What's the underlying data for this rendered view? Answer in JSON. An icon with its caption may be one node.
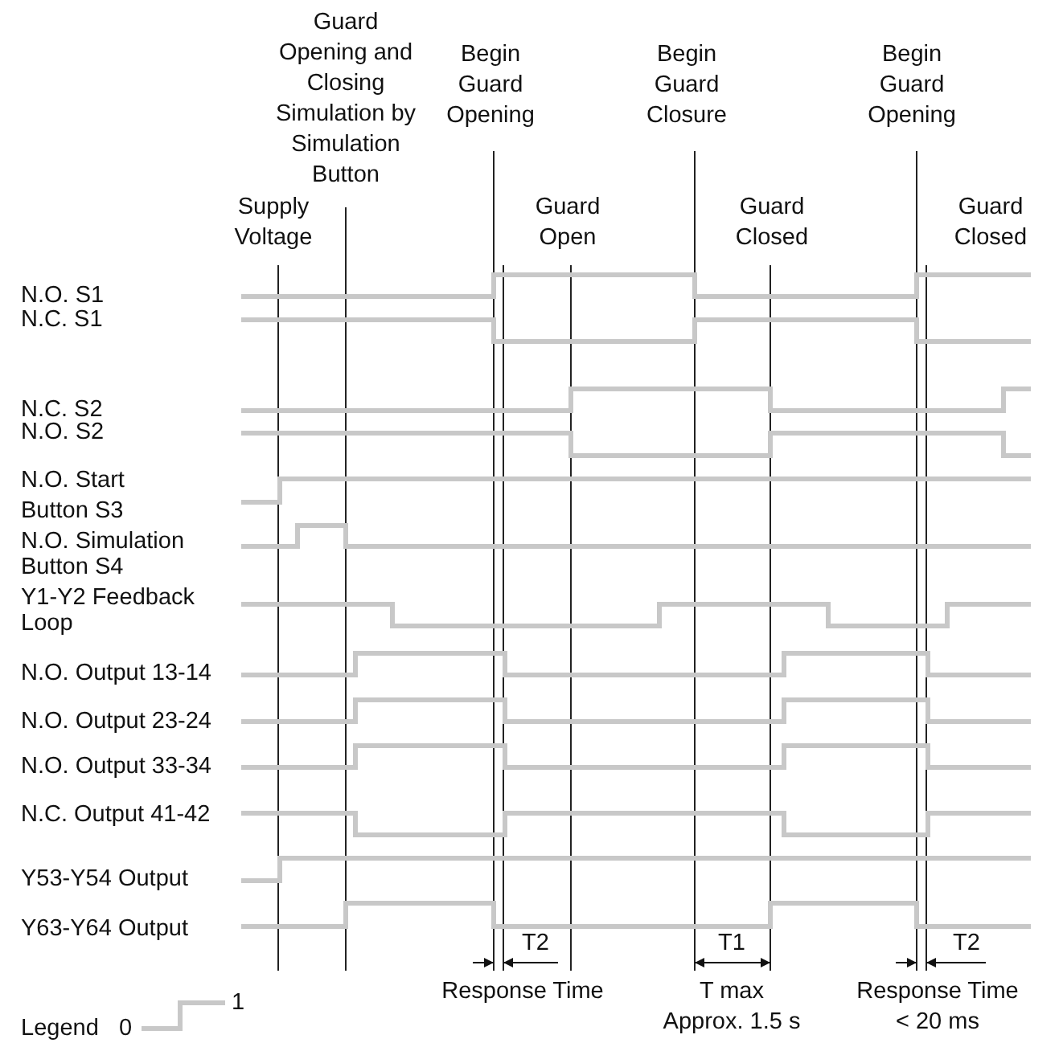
{
  "diagram": {
    "labels": [
      "Guard Opening and Closing Simulation by Simulation Button",
      "Begin Guard Opening",
      "Begin Guard Closure",
      "Begin Guard Opening",
      "Supply Voltage",
      "Guard Open",
      "Guard Closed",
      "Guard Closed",
      "N.O. S1",
      "N.C. S1",
      "N.C. S2",
      "N.O. S2",
      "N.O. Start Button S3",
      "N.O. Simulation Button S4",
      "Y1-Y2 Feedback Loop",
      "N.O. Output 13-14",
      "N.O. Output 23-24",
      "N.O. Output 33-34",
      "N.C. Output 41-42",
      "Y53-Y54 Output",
      "Y63-Y64 Output",
      "T2",
      "T1",
      "T2",
      "Response Time",
      "T max Approx. 1.5 s",
      "Response Time < 20 ms",
      "Legend",
      "0",
      "1"
    ]
  }
}
